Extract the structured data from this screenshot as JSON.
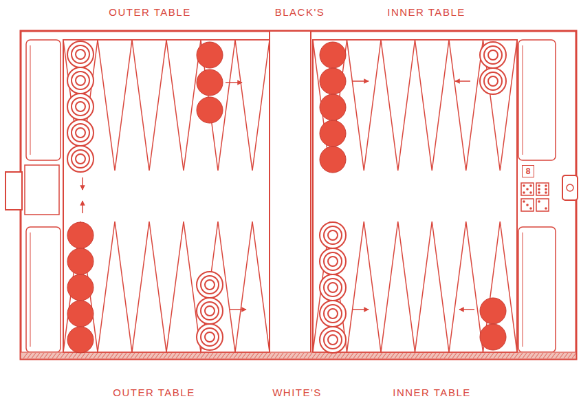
{
  "diagram": {
    "nodes": [
      {
        "text": [
          "8"
        ]
      }
    ],
    "labels": [
      "OUTER TABLE",
      "BLACK'S",
      "INNER TABLE",
      "OUTER TABLE",
      "WHITE'S",
      "INNER TABLE"
    ]
  }
}
